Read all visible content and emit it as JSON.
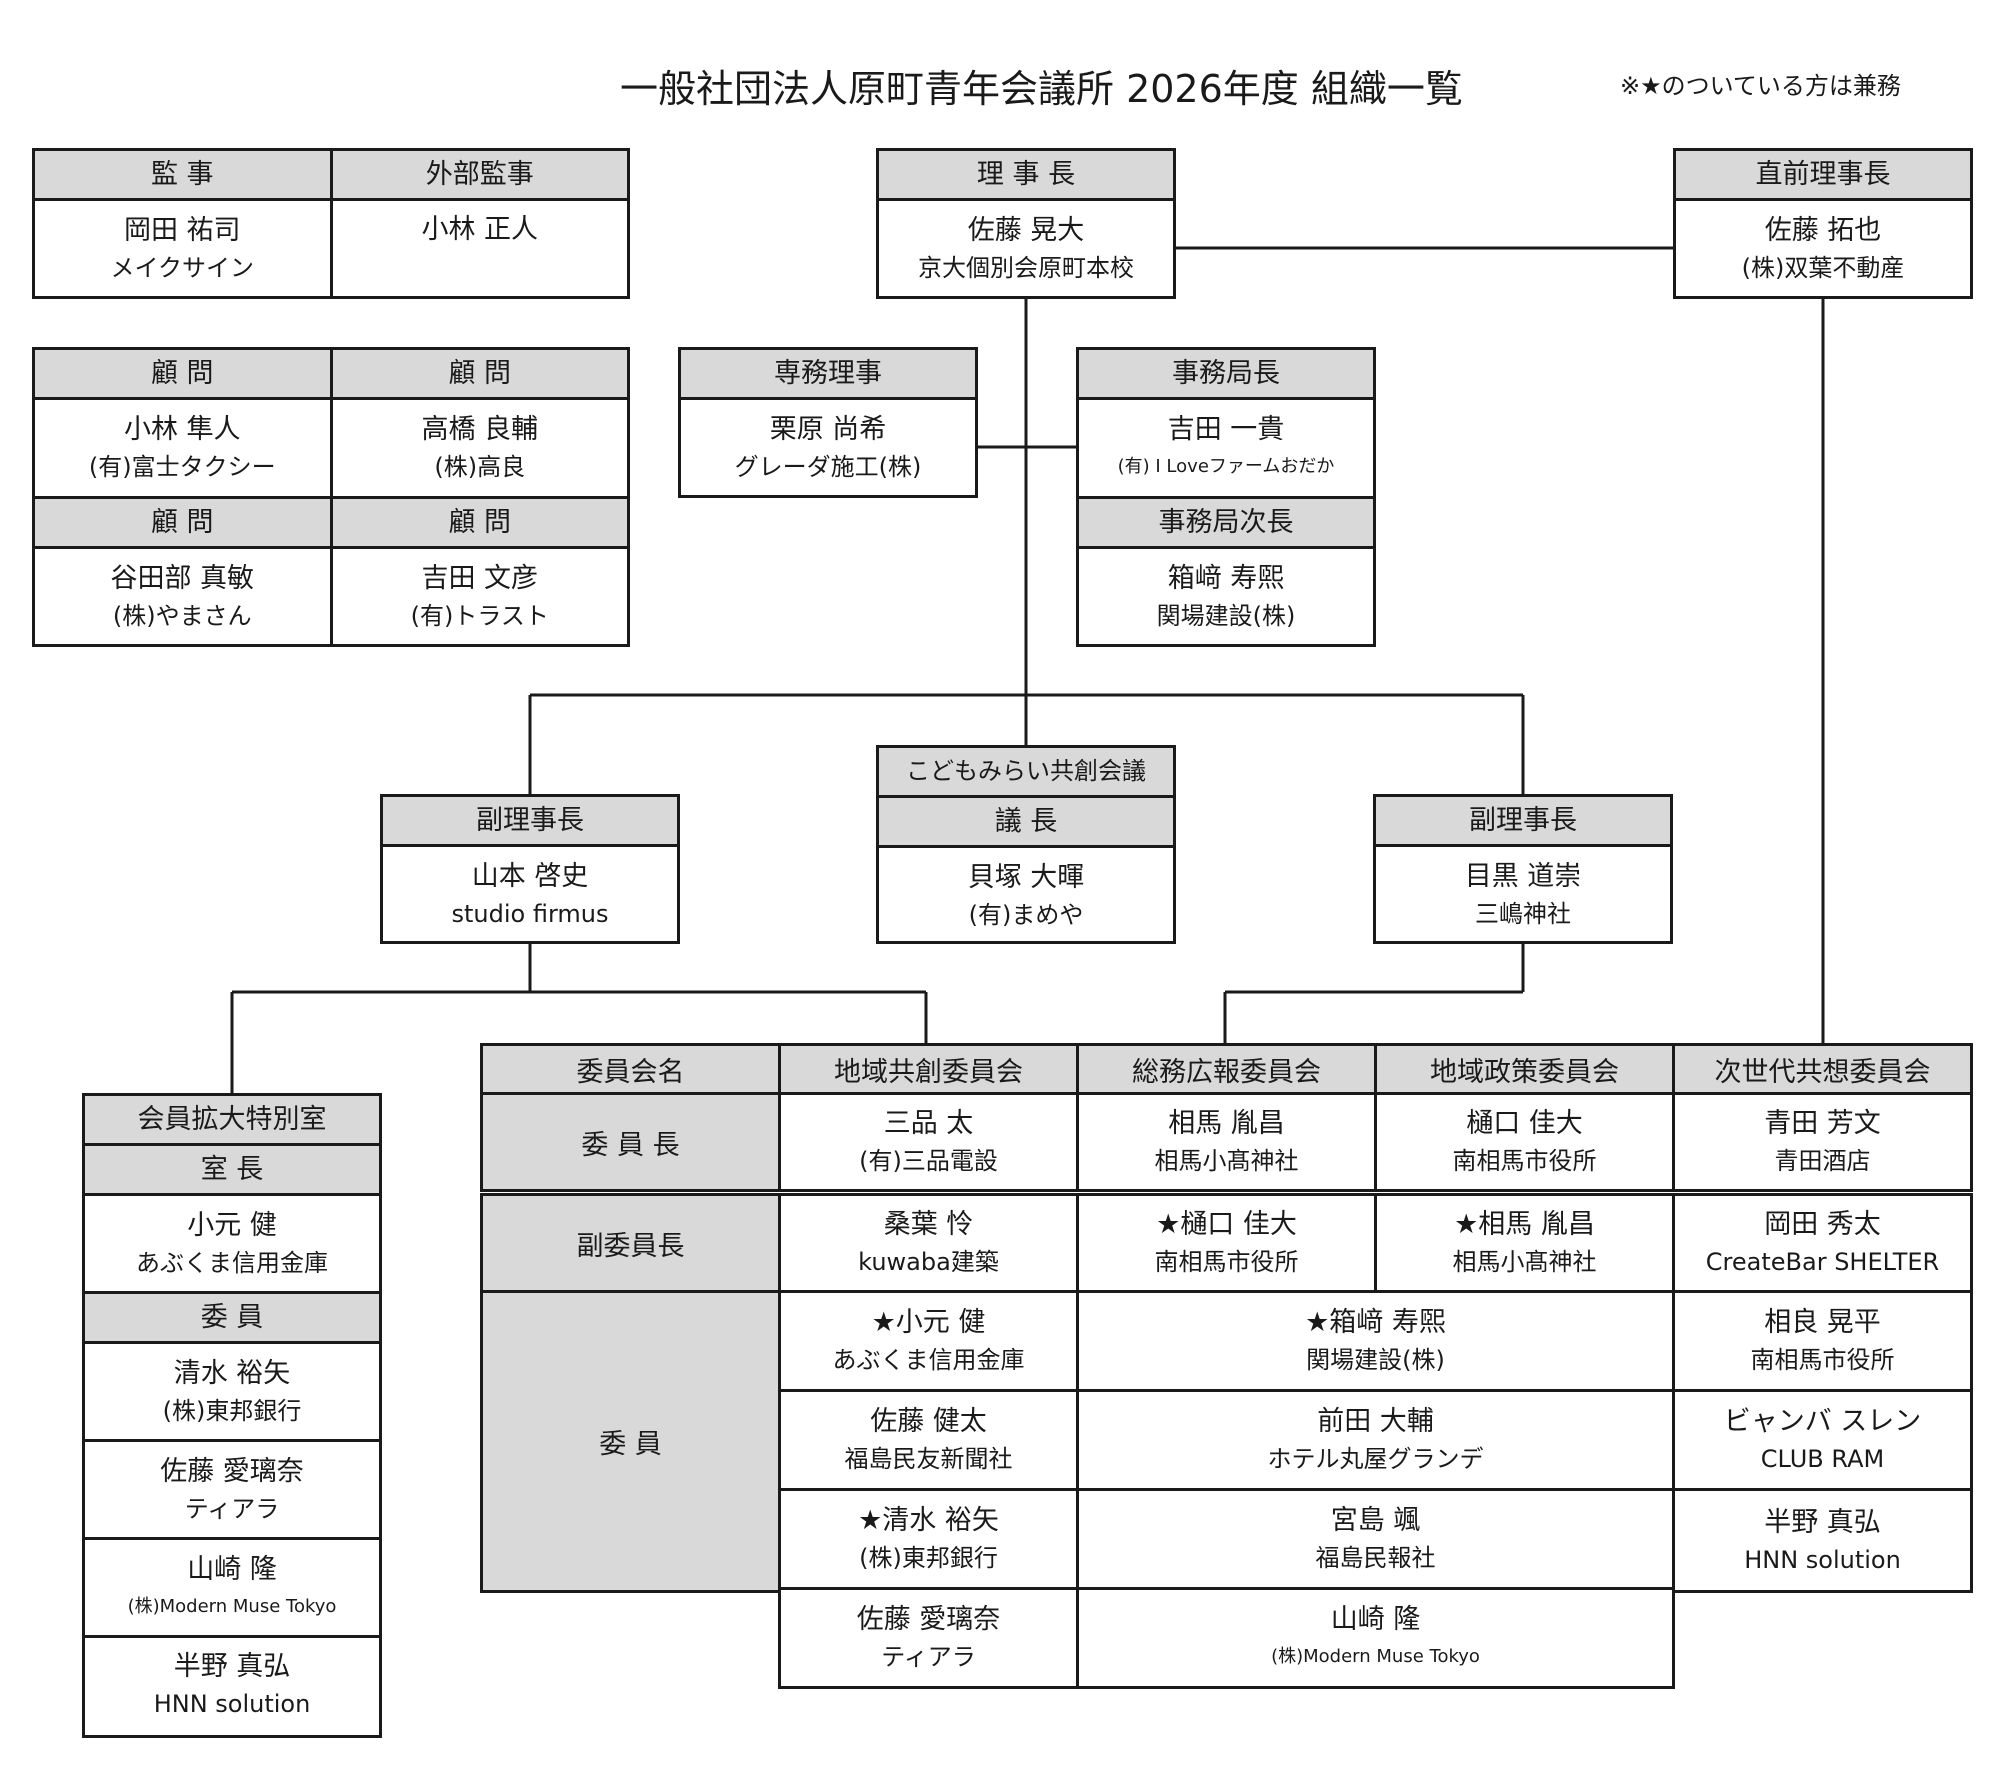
{
  "title": "一般社団法人原町青年会議所 2026年度 組織一覧",
  "note": "※★のついている方は兼務",
  "auditors": {
    "h1": "監 事",
    "n1": "岡田 祐司",
    "o1": "メイクサイン",
    "h2": "外部監事",
    "n2": "小林 正人"
  },
  "advisors": {
    "h": "顧 問",
    "a": [
      {
        "name": "小林 隼人",
        "org": "(有)富士タクシー"
      },
      {
        "name": "高橋 良輔",
        "org": "(株)高良"
      },
      {
        "name": "谷田部 真敏",
        "org": "(株)やまさん"
      },
      {
        "name": "吉田 文彦",
        "org": "(有)トラスト"
      }
    ]
  },
  "president": {
    "role": "理 事 長",
    "name": "佐藤 晃大",
    "org": "京大個別会原町本校"
  },
  "past_president": {
    "role": "直前理事長",
    "name": "佐藤 拓也",
    "org": "(株)双葉不動産"
  },
  "executive_director": {
    "role": "専務理事",
    "name": "栗原 尚希",
    "org": "グレーダ施工(株)"
  },
  "secretariat": {
    "role1": "事務局長",
    "name1": "吉田 一貴",
    "org1": "(有) I Loveファームおだか",
    "role2": "事務局次長",
    "name2": "箱﨑 寿煕",
    "org2": "関場建設(株)"
  },
  "vp_left": {
    "role": "副理事長",
    "name": "山本 啓史",
    "org": "studio firmus"
  },
  "vp_right": {
    "role": "副理事長",
    "name": "目黒 道崇",
    "org": "三嶋神社"
  },
  "kodomo": {
    "role1": "こどもみらい共創会議",
    "role2": "議 長",
    "name": "貝塚 大暉",
    "org": "(有)まめや"
  },
  "special": {
    "title": "会員拡大特別室",
    "chief_h": "室 長",
    "chief": {
      "name": "小元 健",
      "org": "あぶくま信用金庫"
    },
    "members_h": "委 員",
    "members": [
      {
        "name": "清水 裕矢",
        "org": "(株)東邦銀行"
      },
      {
        "name": "佐藤 愛璃奈",
        "org": "ティアラ"
      },
      {
        "name": "山崎 隆",
        "org": "(株)Modern Muse Tokyo"
      },
      {
        "name": "半野 真弘",
        "org": "HNN solution"
      }
    ]
  },
  "committees": {
    "label_header": "委員会名",
    "label_chair": "委 員 長",
    "label_vice": "副委員長",
    "label_member": "委 員",
    "names": [
      "地域共創委員会",
      "総務広報委員会",
      "地域政策委員会",
      "次世代共想委員会"
    ],
    "chairs": [
      {
        "name": "三品 太",
        "org": "(有)三品電設"
      },
      {
        "name": "相馬 胤昌",
        "org": "相馬小髙神社"
      },
      {
        "name": "樋口 佳大",
        "org": "南相馬市役所"
      },
      {
        "name": "青田 芳文",
        "org": "青田酒店"
      }
    ],
    "vices": [
      {
        "name": "桑葉 怜",
        "org": "kuwaba建築"
      },
      {
        "name": "★樋口 佳大",
        "org": "南相馬市役所"
      },
      {
        "name": "★相馬 胤昌",
        "org": "相馬小髙神社"
      },
      {
        "name": "岡田 秀太",
        "org": "CreateBar SHELTER"
      }
    ],
    "col1_members": [
      {
        "name": "★小元 健",
        "org": "あぶくま信用金庫"
      },
      {
        "name": "佐藤 健太",
        "org": "福島民友新聞社"
      },
      {
        "name": "★清水 裕矢",
        "org": "(株)東邦銀行"
      },
      {
        "name": "佐藤 愛璃奈",
        "org": "ティアラ"
      }
    ],
    "mid_members": [
      {
        "name": "★箱﨑 寿煕",
        "org": "関場建設(株)"
      },
      {
        "name": "前田 大輔",
        "org": "ホテル丸屋グランデ"
      },
      {
        "name": "宮島 颯",
        "org": "福島民報社"
      },
      {
        "name": "山崎 隆",
        "org": "(株)Modern Muse Tokyo"
      }
    ],
    "col4_members": [
      {
        "name": "相良 晃平",
        "org": "南相馬市役所"
      },
      {
        "name": "ビャンバ スレン",
        "org": "CLUB RAM"
      },
      {
        "name": "半野 真弘",
        "org": "HNN solution"
      }
    ]
  }
}
